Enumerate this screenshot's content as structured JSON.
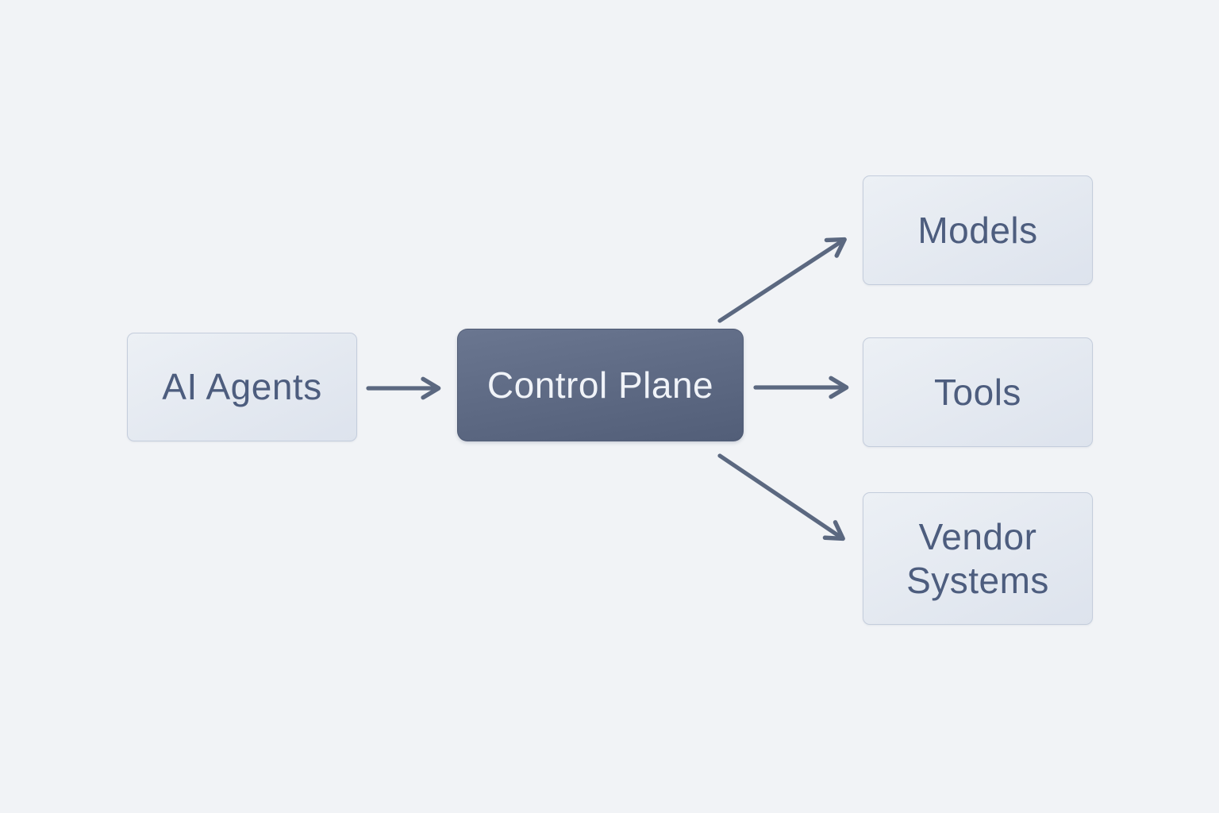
{
  "colors": {
    "bg": "#f1f3f6",
    "arrow": "#5b6880",
    "node_light_from": "#ecf0f5",
    "node_light_to": "#dde3ed",
    "node_light_border": "#c4cddc",
    "node_light_text": "#4d5d7e",
    "node_dark_from": "#6a7690",
    "node_dark_to": "#525e78",
    "node_dark_text": "#f0f3f8"
  },
  "diagram": {
    "nodes": [
      {
        "id": "ai-agents",
        "label": "AI Agents",
        "style": "light"
      },
      {
        "id": "control-plane",
        "label": "Control Plane",
        "style": "dark"
      },
      {
        "id": "models",
        "label": "Models",
        "style": "light"
      },
      {
        "id": "tools",
        "label": "Tools",
        "style": "light"
      },
      {
        "id": "vendor-systems",
        "label": "Vendor Systems",
        "style": "light"
      }
    ],
    "edges": [
      {
        "from": "ai-agents",
        "to": "control-plane"
      },
      {
        "from": "control-plane",
        "to": "models"
      },
      {
        "from": "control-plane",
        "to": "tools"
      },
      {
        "from": "control-plane",
        "to": "vendor-systems"
      }
    ]
  }
}
